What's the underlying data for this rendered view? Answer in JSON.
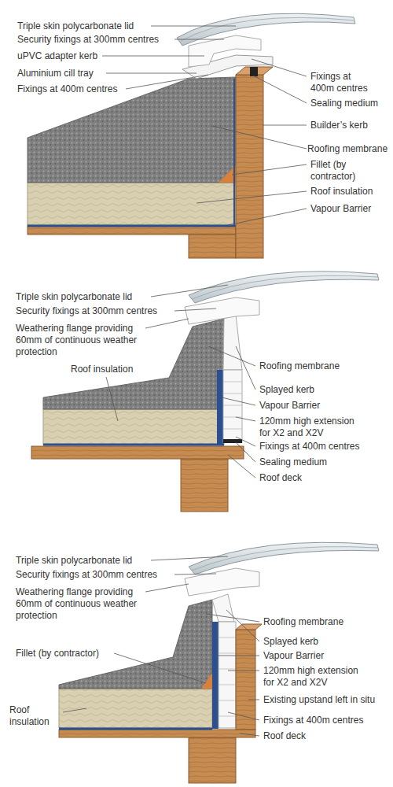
{
  "diagram": {
    "labels": [
      "Triple skin polycarbonate lid",
      "Security fixings at 300mm centres",
      "uPVC adapter kerb",
      "Aluminium cill tray",
      "Fixings at 400m centres",
      "Fixings at 400m centres",
      "Sealing medium",
      "Builder’s kerb",
      "Roofing membrane",
      "Fillet (by contractor)",
      "Roof insulation",
      "Vapour Barrier",
      "Triple skin polycarbonate lid",
      "Security fixings at 300mm centres",
      "Weathering flange providing 60mm of continuous weather protection",
      "Roof insulation",
      "Roofing membrane",
      "Splayed kerb",
      "Vapour Barrier",
      "120mm high extension for X2 and X2V",
      "Fixings at 400m centres",
      "Sealing medium",
      "Roof deck",
      "Triple skin polycarbonate lid",
      "Security fixings at 300mm centres",
      "Weathering flange providing 60mm of continuous weather protection",
      "Roofing membrane",
      "Fillet (by contractor)",
      "Splayed kerb",
      "Vapour Barrier",
      "120mm high extension for X2 and X2V",
      "Existing upstand left in situ",
      "Roof insulation",
      "Fixings at 400m centres",
      "Roof deck"
    ]
  }
}
